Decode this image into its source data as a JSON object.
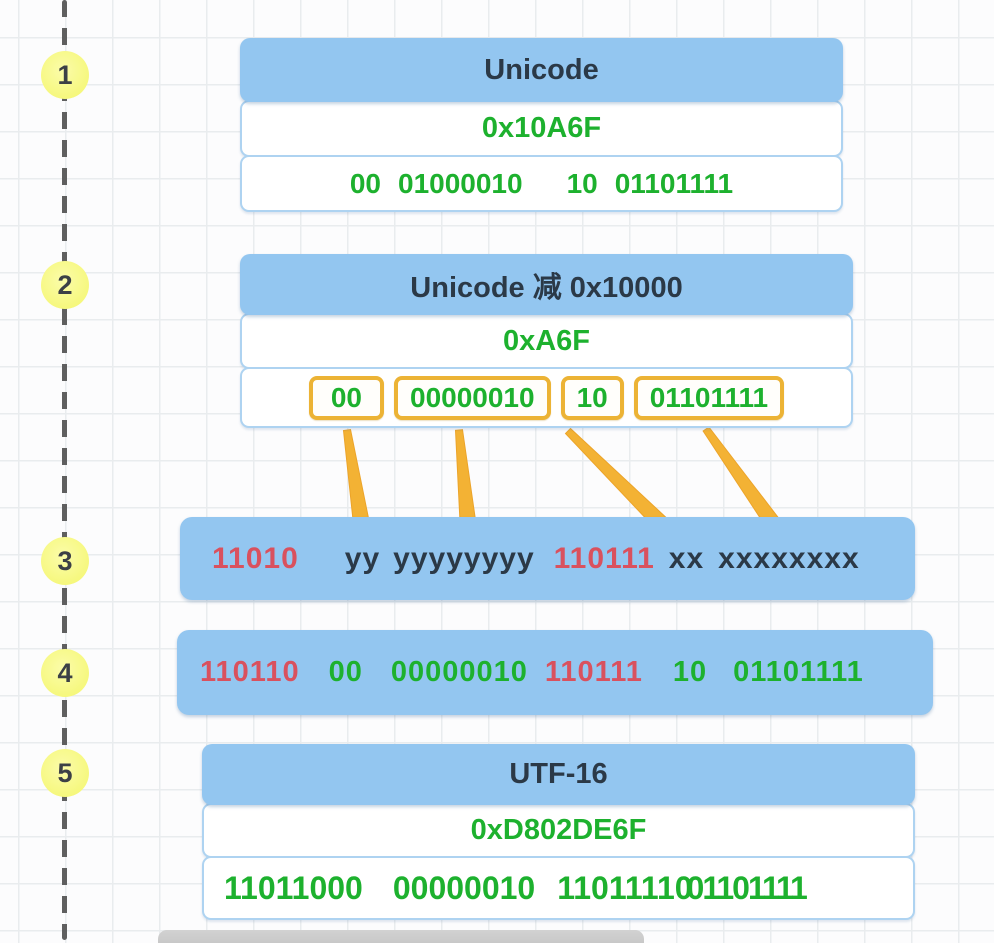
{
  "colors": {
    "header_blue": "#93c6f0",
    "bit_green": "#1db12e",
    "bit_red": "#d9515e",
    "highlight_orange": "#ecb335",
    "badge_yellow": "#f6f87e"
  },
  "rail": {
    "steps": [
      "1",
      "2",
      "3",
      "4",
      "5"
    ]
  },
  "step1": {
    "title": "Unicode",
    "hex": "0x10A6F",
    "bits": [
      "00",
      "01000010",
      "10",
      "01101111"
    ]
  },
  "step2": {
    "title": "Unicode 减 0x10000",
    "hex": "0xA6F",
    "chips": [
      "00",
      "00000010",
      "10",
      "01101111"
    ]
  },
  "step3": {
    "groups": [
      "11010",
      "yy",
      "yyyyyyyy",
      "110111",
      "xx",
      "xxxxxxxx"
    ]
  },
  "step4": {
    "groups": [
      "110110",
      "00",
      "00000010",
      "110111",
      "10",
      "01101111"
    ]
  },
  "step5": {
    "title": "UTF-16",
    "hex": "0xD802DE6F",
    "bits": [
      "11011000",
      "00000010",
      "11011110",
      "01101111"
    ]
  }
}
